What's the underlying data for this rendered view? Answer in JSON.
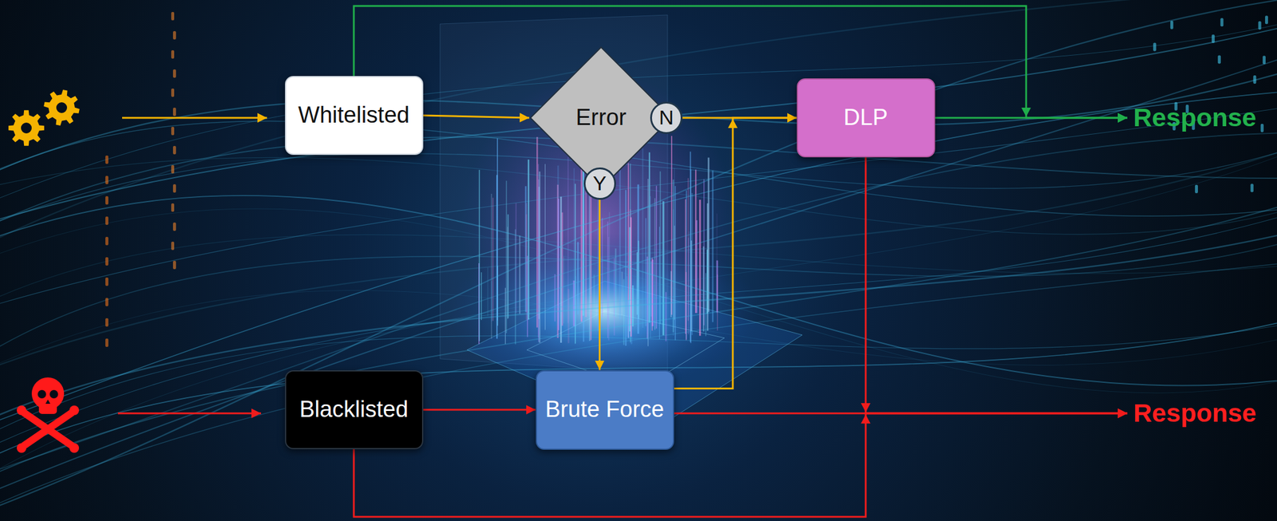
{
  "diagram": {
    "nodes": [
      {
        "text": [
          "Whitelisted"
        ]
      },
      {
        "text": [
          "Error"
        ]
      },
      {
        "text": [
          "N"
        ],
        "in": 1
      },
      {
        "text": [
          "Y"
        ],
        "in": 1
      },
      {
        "text": [
          "DLP"
        ]
      },
      {
        "text": [
          "Response"
        ]
      },
      {
        "text": [
          "Blacklisted"
        ]
      },
      {
        "text": [
          "Brute Force"
        ]
      },
      {
        "text": [
          "Response"
        ]
      }
    ],
    "edges": [
      {
        "from": 0,
        "to": 1,
        "arrow": "to"
      },
      {
        "from": 2,
        "to": 4,
        "arrow": "to"
      },
      {
        "from": 3,
        "to": 7,
        "arrow": "to"
      },
      {
        "from": 7,
        "to": 4,
        "arrow": "to"
      },
      {
        "from": 0,
        "to": 5,
        "arrow": "to"
      },
      {
        "from": 4,
        "to": 5,
        "arrow": "to"
      },
      {
        "from": 6,
        "to": 7,
        "arrow": "to"
      },
      {
        "from": 7,
        "to": 8,
        "arrow": "to"
      },
      {
        "from": 4,
        "to": 8,
        "arrow": "to"
      },
      {
        "from": 6,
        "to": 8,
        "arrow": "to"
      }
    ]
  }
}
